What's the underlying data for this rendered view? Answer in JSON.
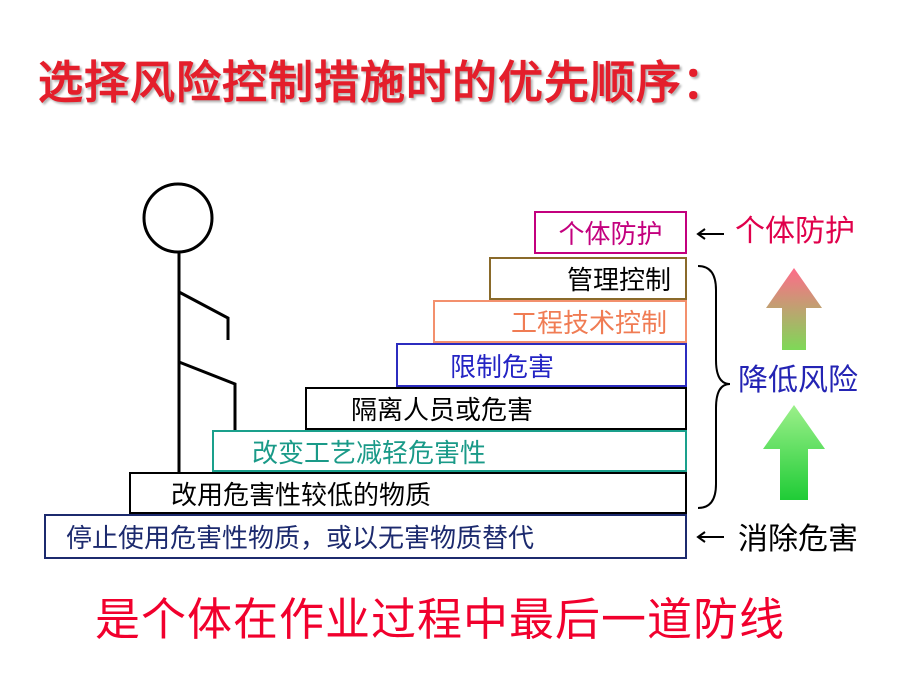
{
  "title": "选择风险控制措施时的优先顺序：",
  "steps": [
    "停止使用危害性物质，或以无害物质替代",
    "改用危害性较低的物质",
    "改变工艺减轻危害性",
    "隔离人员或危害",
    "限制危害",
    "工程技术控制",
    "管理控制",
    "个体防护"
  ],
  "side_labels": {
    "ppe": "个体防护",
    "reduce_risk": "降低风险",
    "eliminate": "消除危害"
  },
  "bottom_note": "是个体在作业过程中最后一道防线",
  "colors": {
    "title": "#e41e2b",
    "note": "#f1002d",
    "arrow_upper_top": "#ff6b8a",
    "arrow_upper_bottom": "#7ed957",
    "arrow_lower_top": "#9cf08a",
    "arrow_lower_bottom": "#1fcc36"
  },
  "icons": [
    "stick-figure",
    "left-arrow-icon",
    "curly-brace",
    "up-arrow-icon"
  ]
}
